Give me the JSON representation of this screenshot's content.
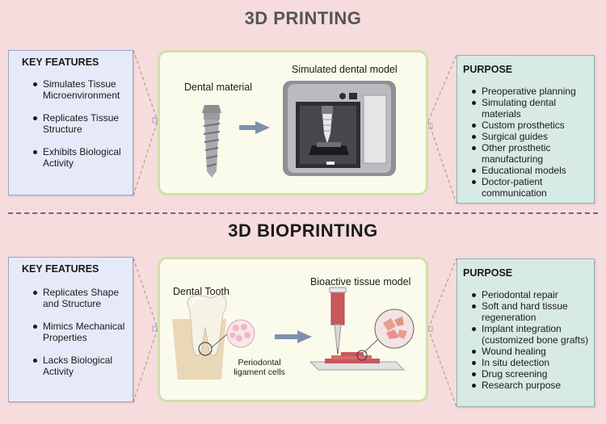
{
  "top": {
    "title": "3D PRINTING",
    "key_features": {
      "heading": "KEY FEATURES",
      "items": [
        "Simulates Tissue Microenvironment",
        "Replicates Tissue Structure",
        "Exhibits Biological Activity"
      ]
    },
    "center": {
      "left_label": "Dental material",
      "right_label": "Simulated dental model"
    },
    "purpose": {
      "heading": "PURPOSE",
      "items": [
        "Preoperative planning",
        "Simulating dental materials",
        "Custom prosthetics",
        "Surgical guides",
        "Other prosthetic manufacturing",
        "Educational models",
        "Doctor-patient communication"
      ]
    }
  },
  "bottom": {
    "title": "3D BIOPRINTING",
    "key_features": {
      "heading": "KEY FEATURES",
      "items": [
        "Replicates Shape and Structure",
        "Mimics Mechanical Properties",
        "Lacks Biological Activity"
      ]
    },
    "center": {
      "left_label": "Dental Tooth",
      "cell_label": "Periodontal ligament cells",
      "right_label": "Bioactive tissue model"
    },
    "purpose": {
      "heading": "PURPOSE",
      "items": [
        "Periodontal repair",
        "Soft and hard tissue regeneration",
        "Implant integration (customized bone grafts)",
        "Wound healing",
        "In situ detection",
        "Drug screening",
        "Research purpose"
      ]
    }
  },
  "colors": {
    "background": "#f6dcdc",
    "key_features_panel": "#e6eaf8",
    "purpose_panel": "#d7eae6",
    "center_panel_border": "#cfe0a8",
    "arrow": "#7f8fb0",
    "bioink": "#c9575a"
  },
  "icons": [
    "dental-implant-icon",
    "3d-printer-icon",
    "tooth-icon",
    "cells-icon",
    "bioprinter-icon",
    "tissue-zoom-icon",
    "arrow-right-icon"
  ]
}
